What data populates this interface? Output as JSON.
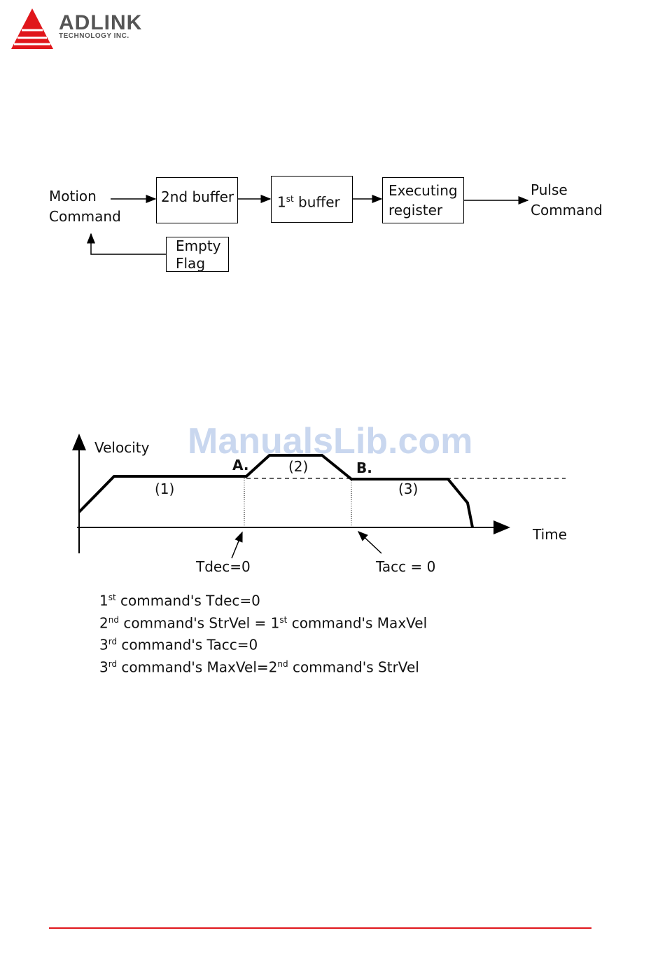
{
  "header": {
    "brand_name": "ADLINK",
    "brand_sub": "TECHNOLOGY INC.",
    "brand_color": "#e0161b"
  },
  "watermark": "ManualsLib.com",
  "block_diagram": {
    "input_label_line1": "Motion",
    "input_label_line2": "Command",
    "buffer2_label": "2nd buffer",
    "buffer1_label_num": "1",
    "buffer1_label_sup": "st",
    "buffer1_label_rest": " buffer",
    "exec_label_line1": "Executing",
    "exec_label_line2": "register",
    "output_label_line1": "Pulse",
    "output_label_line2": "Command",
    "flag_label_line1": "Empty",
    "flag_label_line2": "Flag"
  },
  "velocity_chart": {
    "y_axis_label": "Velocity",
    "x_axis_label": "Time",
    "point_a_label": "A.",
    "point_b_label": "B.",
    "segment1_label": "(1)",
    "segment2_label": "(2)",
    "segment3_label": "(3)",
    "annotation_a": "Tdec=0",
    "annotation_b": "Tacc = 0"
  },
  "notes": [
    {
      "num": "1",
      "sup": "st",
      "text": " command's Tdec=0"
    },
    {
      "num": "2",
      "sup": "nd",
      "text": " command's StrVel = 1",
      "sup2": "st",
      "text2": " command's MaxVel"
    },
    {
      "num": "3",
      "sup": "rd",
      "text": " command's Tacc=0"
    },
    {
      "num": "3",
      "sup": "rd",
      "text": " command's MaxVel=2",
      "sup2": "nd",
      "text2": " command's StrVel"
    }
  ]
}
